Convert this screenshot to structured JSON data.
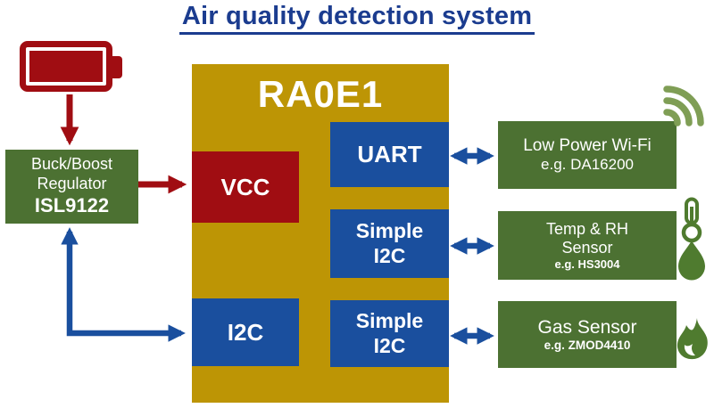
{
  "title": {
    "text": "Air quality detection system"
  },
  "colors": {
    "title_navy": "#1b3c8f",
    "mcu_gold": "#bd9505",
    "port_blue": "#1a4f9e",
    "power_red": "#a00d12",
    "module_green": "#4c7132",
    "icon_green": "#4f7b2f",
    "wifi_icon_green": "#7f9e55"
  },
  "battery": {
    "icon": "battery-icon"
  },
  "regulator": {
    "line1": "Buck/Boost",
    "line2": "Regulator",
    "part_number": "ISL9122"
  },
  "mcu": {
    "label": "RA0E1",
    "ports": {
      "vcc": "VCC",
      "i2c": "I2C",
      "uart": "UART",
      "simple_i2c_top": {
        "line1": "Simple",
        "line2": "I2C"
      },
      "simple_i2c_bottom": {
        "line1": "Simple",
        "line2": "I2C"
      }
    }
  },
  "peripherals": [
    {
      "id": "wifi-module",
      "line1": "Low Power Wi-Fi",
      "line2": "e.g. DA16200",
      "icon": "wifi-signal-icon"
    },
    {
      "id": "temp-rh-sensor",
      "line1": "Temp & RH",
      "line2": "Sensor",
      "line3": "e.g. HS3004",
      "icons": [
        "thermometer-icon",
        "water-droplet-icon"
      ]
    },
    {
      "id": "gas-sensor",
      "line1": "Gas Sensor",
      "line2": "e.g. ZMOD4410",
      "icon": "flame-icon"
    }
  ],
  "connections": [
    "battery-to-regulator",
    "regulator-to-vcc",
    "regulator-to-i2c-bidirectional",
    "uart-to-wifi-bidirectional",
    "simple-i2c-to-temp-sensor-bidirectional",
    "simple-i2c-to-gas-sensor-bidirectional"
  ]
}
